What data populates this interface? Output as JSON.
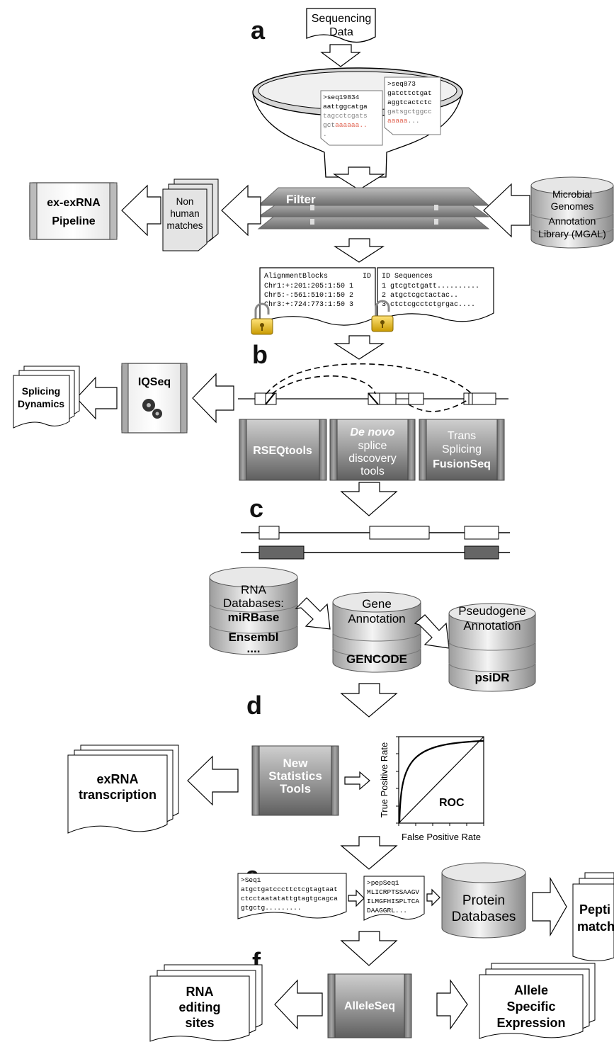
{
  "panel_labels": {
    "a": "a",
    "b": "b",
    "c": "c",
    "d": "d",
    "e": "e",
    "f": "f"
  },
  "sequencing_data": {
    "line1": "Sequencing",
    "line2": "Data"
  },
  "funnel_doc_left": {
    "l1": ">seq19834",
    "l2": "aattggcatga",
    "l3": "tagcctcgats",
    "l4_black": "gct",
    "l4_red": "aaaaaa..",
    "l5": "."
  },
  "funnel_doc_right": {
    "l1": ">seq873",
    "l2": "gatcttctgat",
    "l3": "aggtcactctc",
    "l4": "gatsgctggcc",
    "l5_red": "aaaaa",
    "l5_black": "..."
  },
  "filter": {
    "label": "Filter"
  },
  "ex_exrna": {
    "line1": "ex-exRNA",
    "line2": "Pipeline"
  },
  "non_human": {
    "line1": "Non",
    "line2": "human",
    "line3": "matches"
  },
  "mgal": {
    "line1": "Microbial",
    "line2": "Genomes",
    "line3": "Annotation",
    "line4": "Library (MGAL)"
  },
  "alignment_doc": {
    "header_left": "AlignmentBlocks",
    "header_right": "ID",
    "rows": [
      "Chr1:+:201:205:1:50  1",
      "Chr5:-:561:510:1:50  2",
      "Chr3:+:724:773:1:50  3"
    ]
  },
  "sequences_doc": {
    "header": "ID Sequences",
    "rows": [
      "1  gtcgtctgatt..........",
      "2  atgctcgctactac..",
      "3  ctctcgcctctgrgac...."
    ]
  },
  "iqseq": {
    "label": "IQSeq"
  },
  "splicing_dynamics": {
    "line1": "Splicing",
    "line2": "Dynamics"
  },
  "rseqtools": {
    "label": "RSEQtools"
  },
  "denovo": {
    "line1": "De novo",
    "line2": "splice",
    "line3": "discovery",
    "line4": "tools"
  },
  "trans_splicing": {
    "line1": "Trans",
    "line2": "Splicing",
    "line3": "FusionSeq"
  },
  "rna_db": {
    "line1": "RNA",
    "line2": "Databases:",
    "line3": "miRBase",
    "line4": "Ensembl",
    "line5": "...."
  },
  "gene_annotation": {
    "line1": "Gene",
    "line2": "Annotation",
    "line3": "GENCODE"
  },
  "pseudogene": {
    "line1": "Pseudogene",
    "line2": "Annotation",
    "line3": "psiDR"
  },
  "exrna_transcription": {
    "line1": "exRNA",
    "line2": "transcription"
  },
  "new_stats": {
    "line1": "New",
    "line2": "Statistics",
    "line3": "Tools"
  },
  "roc": {
    "label": "ROC",
    "ylabel": "True Positive Rate",
    "xlabel": "False Positive Rate"
  },
  "seq_doc_e": {
    "rows": [
      ">Seq1",
      "atgctgatcccttctcgtagtaat",
      "ctcctaatatattgtagtgcagca",
      "gtgctg........."
    ]
  },
  "pep_doc_e": {
    "rows": [
      ">pepSeq1",
      "MLICRPTSSAAGV",
      "ILMGFHISPLTCA",
      "DAAGGRL..."
    ]
  },
  "protein_db": {
    "line1": "Protein",
    "line2": "Databases"
  },
  "peptide": {
    "line1": "Pepti",
    "line2": "match"
  },
  "rna_editing": {
    "line1": "RNA",
    "line2": "editing",
    "line3": "sites"
  },
  "alleleseq": {
    "label": "AlleleSeq"
  },
  "allele_specific": {
    "line1": "Allele",
    "line2": "Specific",
    "line3": "Expression"
  }
}
